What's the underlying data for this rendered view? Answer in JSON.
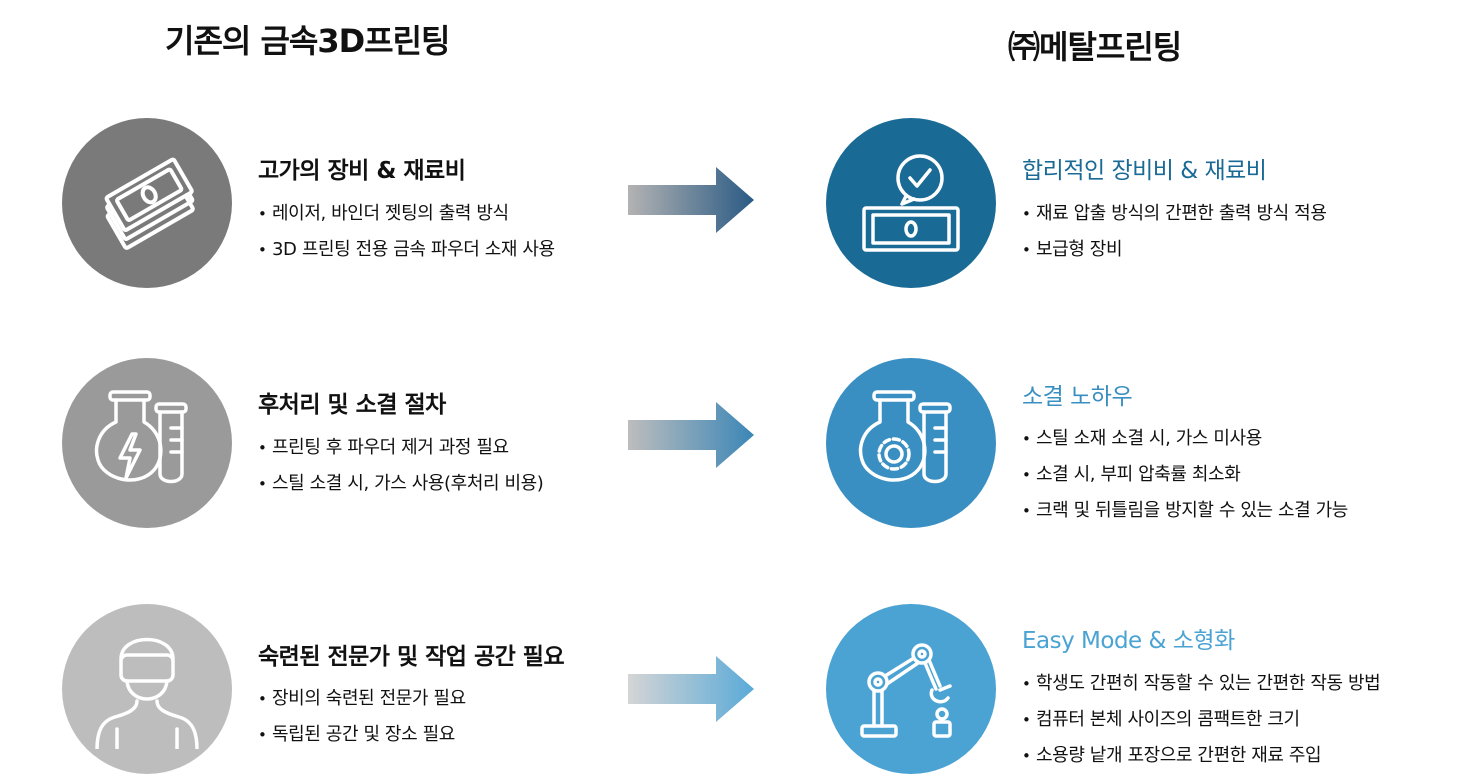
{
  "headers": {
    "left_title": "기존의 금속3D프린팅",
    "right_title": "㈜메탈프린팅"
  },
  "rows": [
    {
      "left": {
        "icon": "money-icon",
        "title": "고가의 장비 & 재료비",
        "bullets": [
          "레이저, 바인더 젯팅의 출력 방식",
          "3D 프린팅 전용 금속 파우더 소재 사용"
        ]
      },
      "right": {
        "icon": "money-check-icon",
        "title": "합리적인 장비비 & 재료비",
        "bullets": [
          "재료 압출 방식의 간편한 출력 방식 적용",
          "보급형 장비"
        ]
      }
    },
    {
      "left": {
        "icon": "flask-lightning-icon",
        "title": "후처리 및 소결 절차",
        "bullets": [
          "프린팅 후 파우더 제거 과정 필요",
          "스틸 소결 시, 가스 사용(후처리 비용)"
        ]
      },
      "right": {
        "icon": "flask-gear-icon",
        "title": "소결 노하우",
        "bullets": [
          "스틸 소재 소결 시, 가스 미사용",
          "소결 시, 부피 압축률 최소화",
          "크랙 및 뒤틀림을 방지할 수 있는 소결 가능"
        ]
      }
    },
    {
      "left": {
        "icon": "vr-person-icon",
        "title": "숙련된 전문가 및 작업 공간 필요",
        "bullets": [
          "장비의 숙련된 전문가 필요",
          "독립된 공간 및 장소 필요"
        ]
      },
      "right": {
        "icon": "robot-arm-icon",
        "title": "Easy Mode & 소형화",
        "bullets": [
          "학생도 간편히 작동할 수 있는 간편한 작동 방법",
          "컴퓨터 본체 사이즈의 콤팩트한 크기",
          "소용량 낱개 포장으로 간편한 재료 주입"
        ]
      }
    }
  ],
  "colors": {
    "left_circles": [
      "#7a7a7a",
      "#9a9a9a",
      "#bdbdbd"
    ],
    "right_circles": [
      "#1a6a96",
      "#3a8fc2",
      "#4aa3d3"
    ],
    "arrow_ends": [
      "#2a5a84",
      "#3b86b7",
      "#5aaad8"
    ]
  }
}
